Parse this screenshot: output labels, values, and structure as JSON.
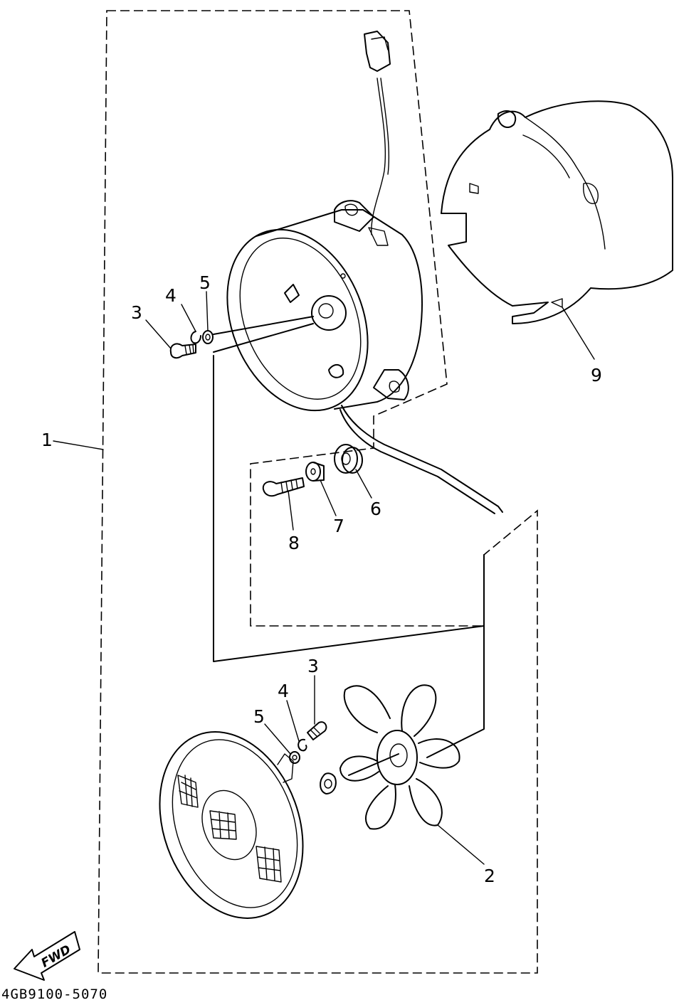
{
  "diagram": {
    "callouts": {
      "c1": "1",
      "c2": "2",
      "c3a": "3",
      "c4a": "4",
      "c5a": "5",
      "c3b": "3",
      "c4b": "4",
      "c5b": "5",
      "c6": "6",
      "c7": "7",
      "c8": "8",
      "c9": "9"
    },
    "direction_label": "FWD",
    "drawing_code": "4GB9100-5070"
  }
}
